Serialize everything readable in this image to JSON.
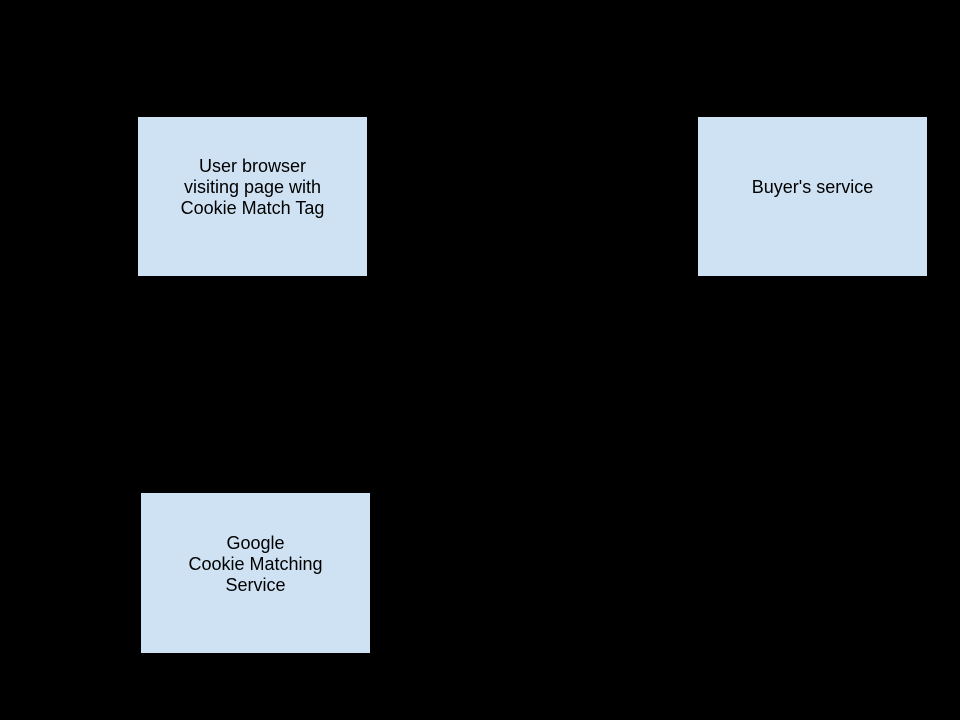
{
  "diagram": {
    "background_color": "#000000",
    "node_fill_color": "#cfe2f3",
    "node_border_color": "#000000",
    "node_text_color": "#000000",
    "nodes": [
      {
        "id": "user-browser",
        "lines": [
          "User browser",
          "visiting page with",
          "Cookie Match Tag"
        ]
      },
      {
        "id": "buyers-service",
        "lines": [
          "Buyer's service"
        ]
      },
      {
        "id": "google-cookie-matching-service",
        "lines": [
          "Google",
          "Cookie Matching",
          "Service"
        ]
      }
    ]
  }
}
